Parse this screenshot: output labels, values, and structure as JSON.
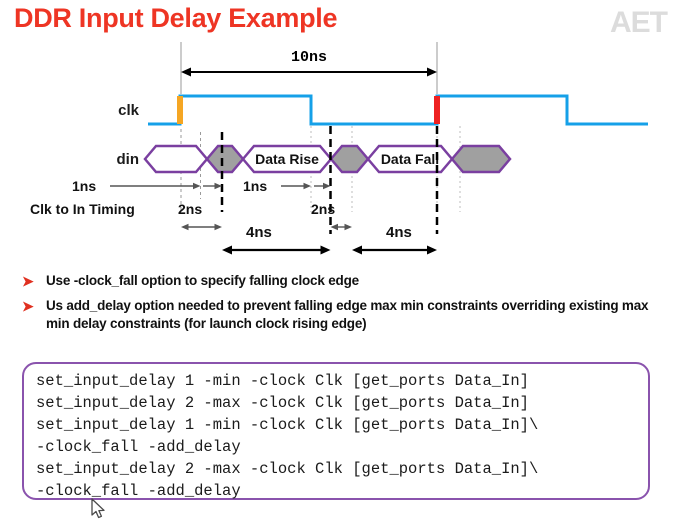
{
  "slide": {
    "title": "DDR Input Delay Example",
    "logo": "AET"
  },
  "diagram": {
    "span_label": "10ns",
    "signals": [
      {
        "name": "clk",
        "label": "clk"
      },
      {
        "name": "din",
        "label": "din"
      }
    ],
    "data_cells": [
      {
        "label": "Data Rise"
      },
      {
        "label": "Data Fall"
      }
    ],
    "row_label": "Clk to In Timing",
    "measures": [
      {
        "name": "din-rise-1ns",
        "label": "1ns"
      },
      {
        "name": "din-fall-1ns",
        "label": "1ns"
      },
      {
        "name": "clk-to-in-2ns-left",
        "label": "2ns"
      },
      {
        "name": "clk-to-in-2ns-right",
        "label": "2ns"
      },
      {
        "name": "clk-to-in-4ns-left",
        "label": "4ns"
      },
      {
        "name": "clk-to-in-4ns-right",
        "label": "4ns"
      }
    ],
    "colors": {
      "clock_trace": "#15a0e8",
      "rising_edge_1": "#f5a623",
      "rising_edge_2": "#ee2222",
      "data_outline": "#7a3fa0",
      "data_invalid_fill": "#a0a0a0",
      "guide_line": "#9a9a9a"
    }
  },
  "bullets": [
    {
      "name": "bullet-clock-fall",
      "text": "Use -clock_fall option to specify falling clock edge"
    },
    {
      "name": "bullet-add-delay",
      "text": "Us add_delay option needed to prevent falling edge max min constraints overriding existing max min delay constraints (for launch clock rising edge)"
    }
  ],
  "code": {
    "border_color": "#8a53ad",
    "lines": [
      "set_input_delay 1 -min -clock Clk [get_ports Data_In]",
      "set_input_delay 2 -max -clock Clk [get_ports Data_In]",
      "set_input_delay 1 -min -clock Clk [get_ports Data_In]\\",
      "-clock_fall -add_delay",
      "set_input_delay 2 -max -clock Clk [get_ports Data_In]\\",
      "-clock_fall -add_delay"
    ]
  }
}
